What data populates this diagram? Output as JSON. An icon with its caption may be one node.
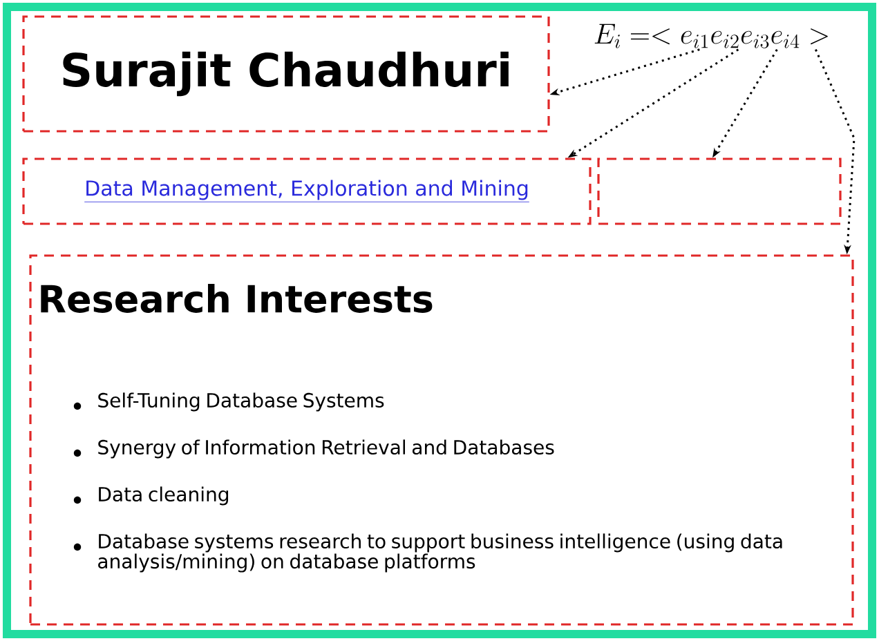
{
  "diagram": {
    "nodes": [
      {
        "text": [
          "E_i =< e_{i1}e_{i2}e_{i3}e_{i4} >"
        ]
      },
      {
        "text": [
          "Surajit Chaudhuri"
        ]
      },
      {
        "text": [
          "Data Management, Exploration and Mining"
        ]
      },
      {
        "text": [],
        "shape": "box"
      },
      {
        "text": [
          "Research Interests",
          "Self-Tuning Database Systems",
          "Synergy of Information Retrieval and Databases",
          "Data cleaning",
          "Database systems research to support business intelligence (using data analysis/mining) on database platforms"
        ]
      }
    ],
    "edges": [
      {
        "from": 0,
        "to": 1,
        "arrow": "to"
      },
      {
        "from": 0,
        "to": 2,
        "arrow": "to"
      },
      {
        "from": 0,
        "to": 3,
        "arrow": "to"
      },
      {
        "from": 0,
        "to": 4,
        "arrow": "to"
      }
    ]
  }
}
